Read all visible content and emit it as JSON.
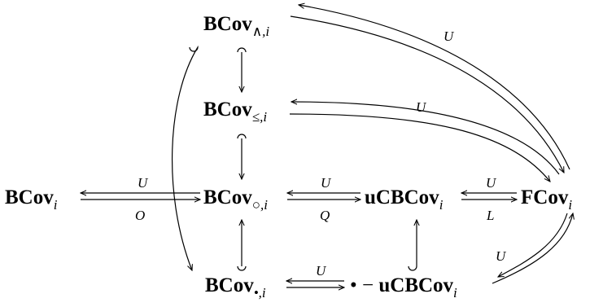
{
  "objects": {
    "bcov_wedge": {
      "main": "BCov",
      "sub": "∧,i"
    },
    "bcov_le": {
      "main": "BCov",
      "sub": "≤,i"
    },
    "bcov": {
      "main": "BCov",
      "sub": "i"
    },
    "bcov_circ": {
      "main": "BCov",
      "sub": "○,i"
    },
    "ucbcov": {
      "main": "uCBCov",
      "sub": "i"
    },
    "fcov": {
      "main": "FCov",
      "sub": "i"
    },
    "bcov_bullet": {
      "main": "BCov",
      "sub": "•,i"
    },
    "bullet_ucbcov": {
      "prefix": "• − ",
      "main": "uCBCov",
      "sub": "i"
    }
  },
  "arrow_labels": {
    "u_top": "U",
    "u_mid": "U",
    "u_left": "U",
    "o_left": "O",
    "u_center": "U",
    "q_center": "Q",
    "u_right": "U",
    "l_right": "L",
    "u_lower_right": "U",
    "u_bottom": "U"
  }
}
